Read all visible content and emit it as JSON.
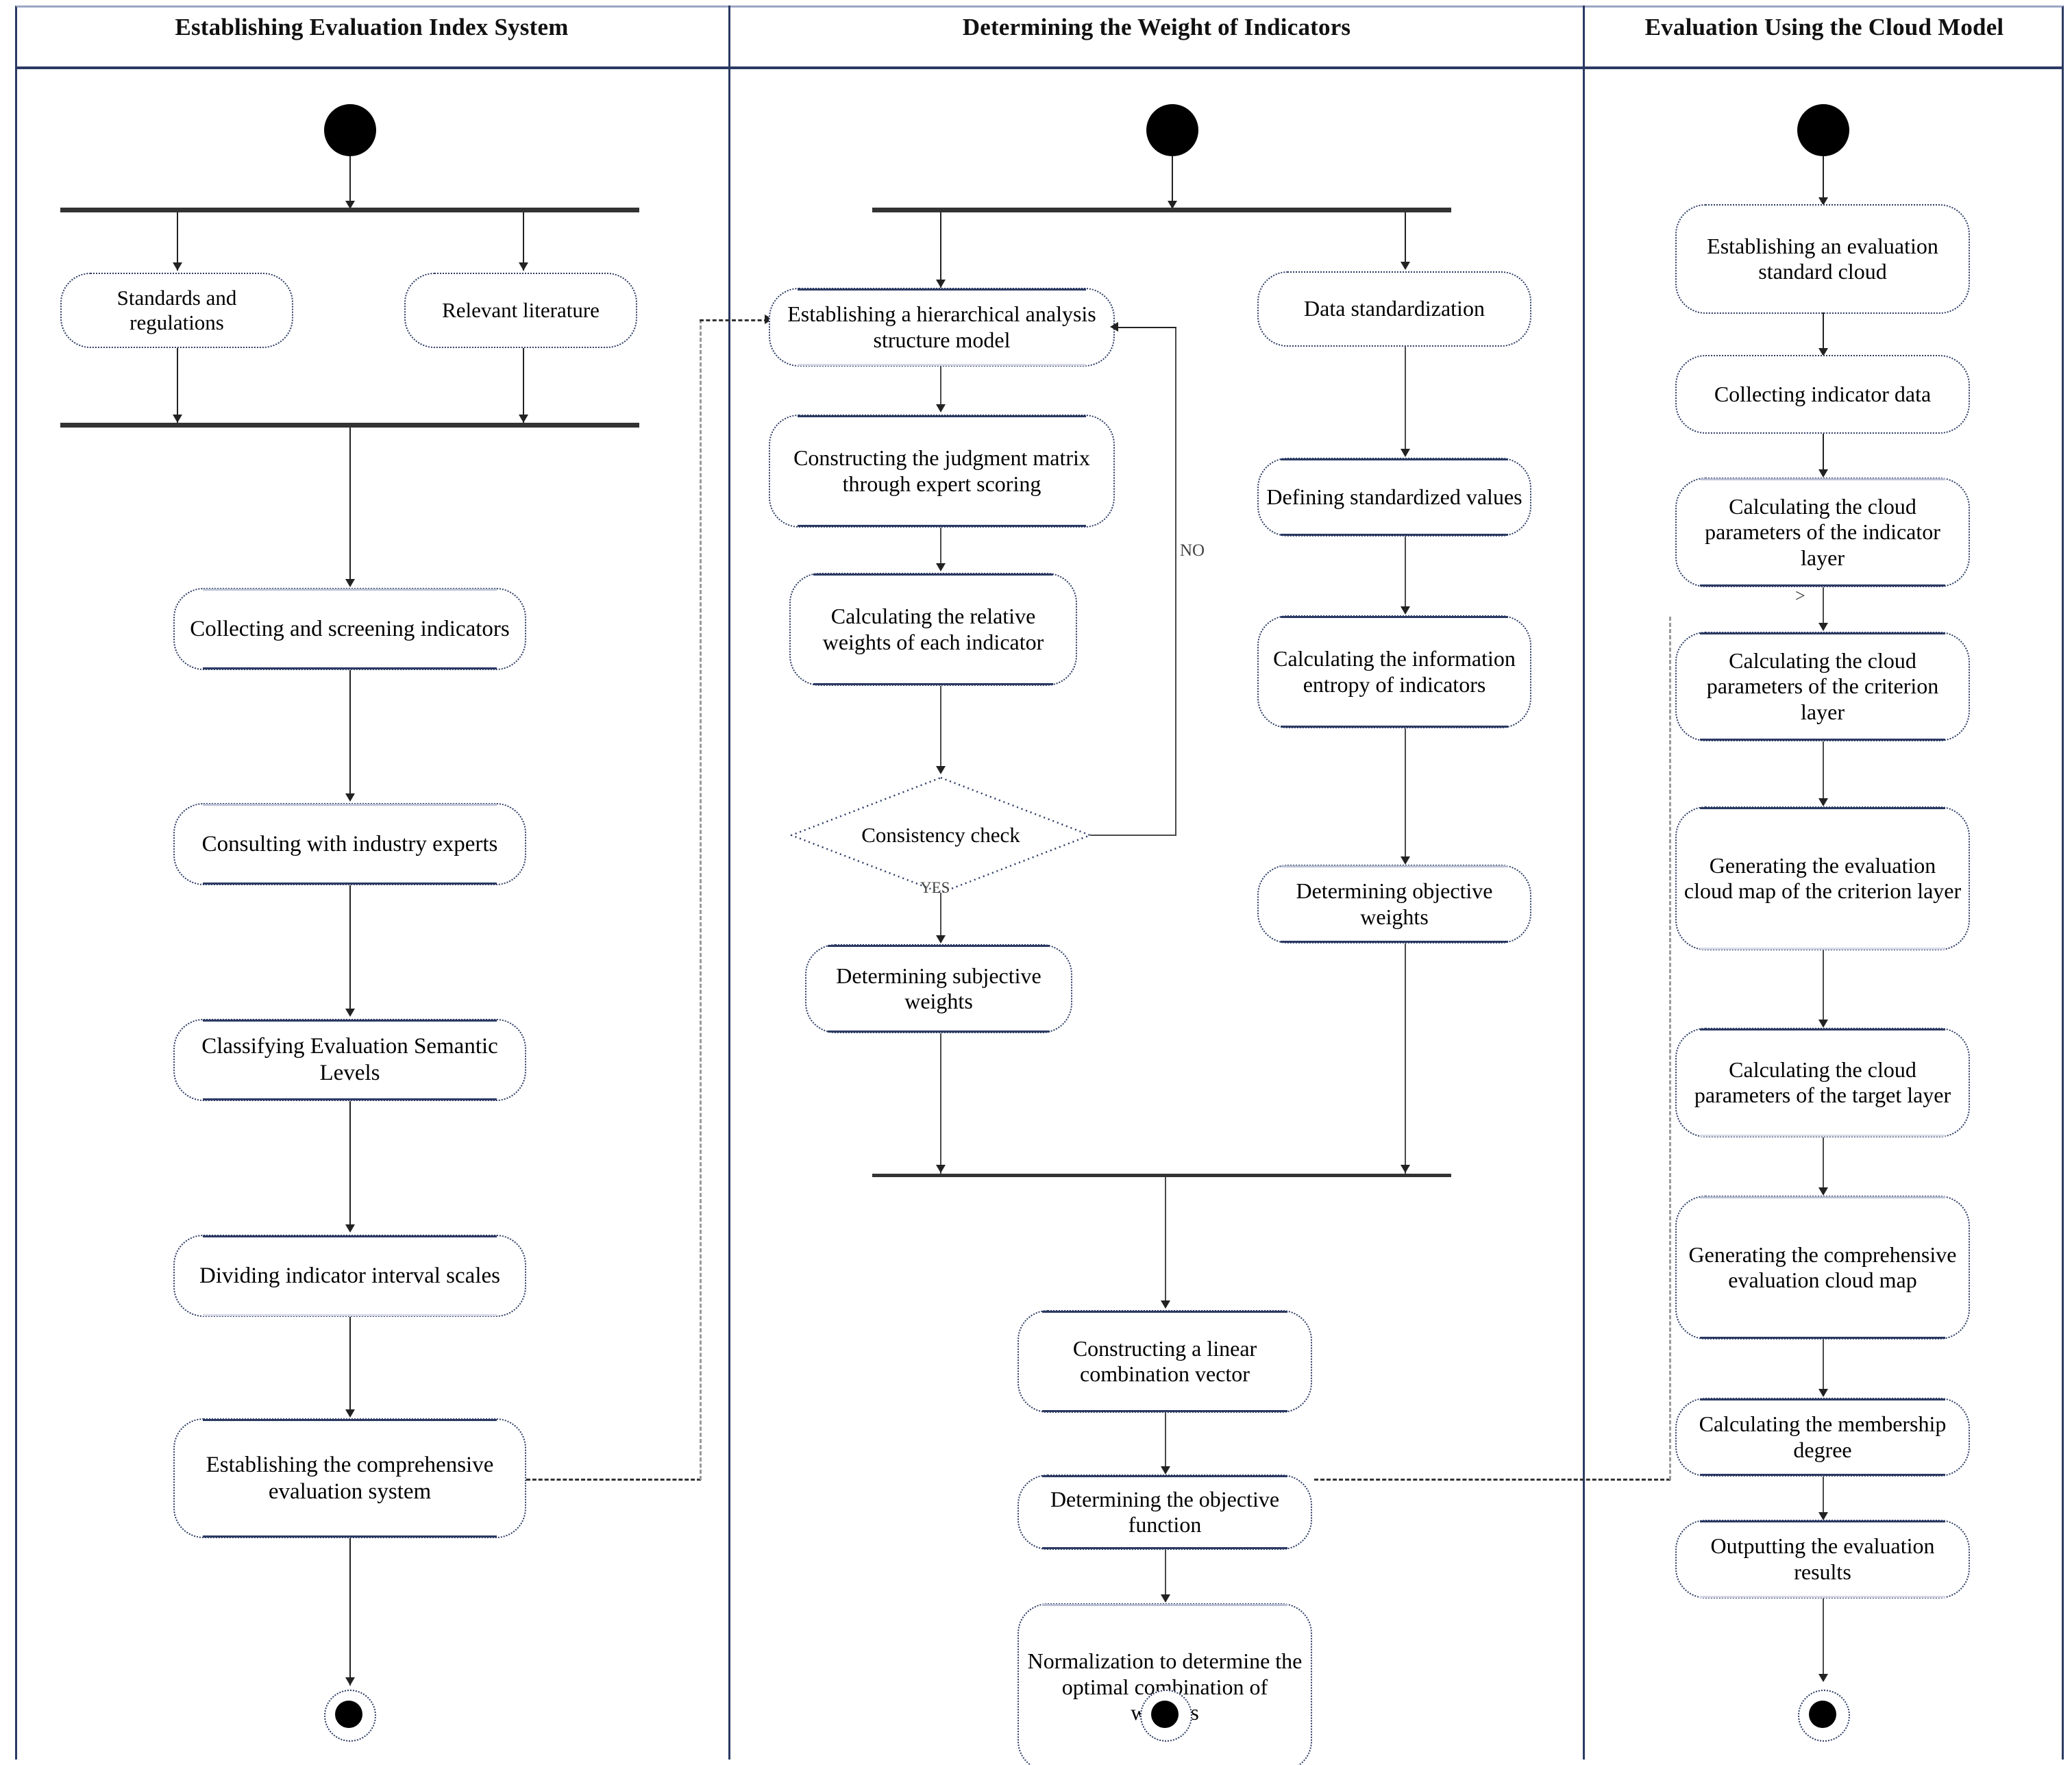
{
  "diagram": {
    "type": "uml-activity-swimlane-flowchart",
    "lanes": [
      {
        "id": "lane1",
        "title": "Establishing  Evaluation Index System"
      },
      {
        "id": "lane2",
        "title": "Determining the Weight of Indicators"
      },
      {
        "id": "lane3",
        "title": "Evaluation Using the Cloud Model"
      }
    ],
    "edge_labels": {
      "no": "NO",
      "yes": "YES"
    },
    "lane1_nodes": [
      {
        "id": "l1-start",
        "type": "initial-node",
        "label": ""
      },
      {
        "id": "l1-fork1",
        "type": "fork-bar",
        "label": ""
      },
      {
        "id": "l1-standards",
        "type": "action",
        "label": "Standards and regulations"
      },
      {
        "id": "l1-literature",
        "type": "action",
        "label": "Relevant literature"
      },
      {
        "id": "l1-join1",
        "type": "join-bar",
        "label": ""
      },
      {
        "id": "l1-collect",
        "type": "action",
        "label": "Collecting and screening indicators"
      },
      {
        "id": "l1-consult",
        "type": "action",
        "label": "Consulting with industry experts"
      },
      {
        "id": "l1-classify",
        "type": "action",
        "label": "Classifying Evaluation Semantic Levels"
      },
      {
        "id": "l1-divide",
        "type": "action",
        "label": "Dividing indicator interval scales"
      },
      {
        "id": "l1-establish",
        "type": "action",
        "label": "Establishing the comprehensive evaluation system"
      },
      {
        "id": "l1-end",
        "type": "final-node",
        "label": ""
      }
    ],
    "lane2_nodes": [
      {
        "id": "l2-start",
        "type": "initial-node",
        "label": ""
      },
      {
        "id": "l2-fork",
        "type": "fork-bar",
        "label": ""
      },
      {
        "id": "l2-hierarchy",
        "type": "action",
        "label": "Establishing a hierarchical analysis structure model"
      },
      {
        "id": "l2-judgment",
        "type": "action",
        "label": "Constructing the judgment matrix through expert scoring"
      },
      {
        "id": "l2-relweights",
        "type": "action",
        "label": "Calculating the relative weights of each indicator"
      },
      {
        "id": "l2-consistency",
        "type": "decision",
        "label": "Consistency check"
      },
      {
        "id": "l2-subjective",
        "type": "action",
        "label": "Determining subjective weights"
      },
      {
        "id": "l2-datastd",
        "type": "action",
        "label": "Data standardization"
      },
      {
        "id": "l2-defvalues",
        "type": "action",
        "label": "Defining standardized values"
      },
      {
        "id": "l2-entropy",
        "type": "action",
        "label": "Calculating the information entropy of indicators"
      },
      {
        "id": "l2-objective",
        "type": "action",
        "label": "Determining objective weights"
      },
      {
        "id": "l2-join",
        "type": "join-bar",
        "label": ""
      },
      {
        "id": "l2-linear",
        "type": "action",
        "label": "Constructing a linear combination vector"
      },
      {
        "id": "l2-objfunc",
        "type": "action",
        "label": "Determining the objective function"
      },
      {
        "id": "l2-normalize",
        "type": "action",
        "label": "Normalization to determine the optimal combination of weights"
      },
      {
        "id": "l2-end",
        "type": "final-node",
        "label": ""
      }
    ],
    "lane3_nodes": [
      {
        "id": "l3-start",
        "type": "initial-node",
        "label": ""
      },
      {
        "id": "l3-stdcloud",
        "type": "action",
        "label": "Establishing an evaluation standard cloud"
      },
      {
        "id": "l3-collectdata",
        "type": "action",
        "label": "Collecting indicator data"
      },
      {
        "id": "l3-indlayer",
        "type": "action",
        "label": "Calculating the cloud parameters of the indicator layer"
      },
      {
        "id": "l3-critlayer",
        "type": "action",
        "label": "Calculating the cloud parameters of the criterion layer"
      },
      {
        "id": "l3-critmap",
        "type": "action",
        "label": "Generating the evaluation cloud map of the criterion layer"
      },
      {
        "id": "l3-targetlayer",
        "type": "action",
        "label": "Calculating the cloud parameters of the target layer"
      },
      {
        "id": "l3-compmap",
        "type": "action",
        "label": "Generating the comprehensive evaluation cloud map"
      },
      {
        "id": "l3-membership",
        "type": "action",
        "label": "Calculating the membership degree"
      },
      {
        "id": "l3-output",
        "type": "action",
        "label": "Outputting the evaluation results"
      },
      {
        "id": "l3-end",
        "type": "final-node",
        "label": ""
      }
    ],
    "colors": {
      "node_border": "#2b3a63",
      "node_edge": "#2b3a63",
      "connector": "#4a4a4a",
      "bar": "#333333",
      "lane_divider": "#2b3a63",
      "background": "#ffffff"
    }
  }
}
